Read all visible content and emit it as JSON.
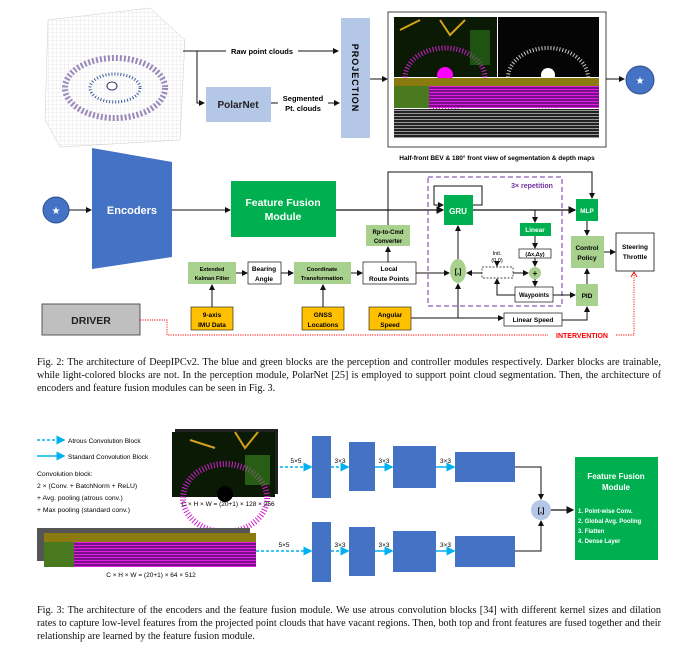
{
  "colors": {
    "trainable_blue": "#4472C4",
    "trainable_green": "#00B050",
    "light_green": "#A9D18E",
    "light_blue": "#B4C7E7",
    "sensor_orange": "#FFC000",
    "driver_gray": "#BFBFBF",
    "repetition_purple": "#7030A0",
    "intervention_red": "#FF0000",
    "conv_arrow_blue": "#00B0F0"
  },
  "fig2": {
    "raw_label": "Raw point clouds",
    "polarnet": "PolarNet",
    "segmented": [
      "Segmented",
      "Pt. clouds"
    ],
    "projection": "PROJECTION",
    "maps_label": "Half-front BEV & 180° front view of segmentation & depth maps",
    "star_icon": "star",
    "encoders": "Encoders",
    "ffm": [
      "Feature Fusion",
      "Module"
    ],
    "rp_to_cmd": [
      "Rp-to-Cmd",
      "Converter"
    ],
    "repetition": "3× repetition",
    "gru": "GRU",
    "linear": "Linear",
    "delta": "(Δx,Δy)",
    "init": [
      "Init.",
      "(0,0)"
    ],
    "concat": "[,]",
    "plus": "+",
    "waypoints": "Waypoints",
    "mlp": "MLP",
    "control_policy": [
      "Control",
      "Policy"
    ],
    "pid": "PID",
    "steering": [
      "Steering",
      "Throttle"
    ],
    "ekf": [
      "Extended",
      "Kalman Filter"
    ],
    "bearing": [
      "Bearing",
      "Angle"
    ],
    "coord": [
      "Coordinate",
      "Transformation"
    ],
    "local_route": [
      "Local",
      "Route Points"
    ],
    "imu": [
      "9-axis",
      "IMU Data"
    ],
    "gnss": [
      "GNSS",
      "Locations"
    ],
    "angular": [
      "Angular",
      "Speed"
    ],
    "linear_speed": "Linear Speed",
    "driver": "DRIVER",
    "intervention": "INTERVENTION",
    "caption": "Fig. 2: The architecture of DeepIPCv2. The blue and green blocks are the perception and controller modules respectively. Darker blocks are trainable, while light-colored blocks are not. In the perception module, PolarNet [25] is employed to support point cloud segmentation. Then, the architecture of encoders and feature fusion modules can be seen in Fig. 3."
  },
  "fig3": {
    "legend_atrous": "Atrous Convolution Block",
    "legend_standard": "Standard Convolution Block",
    "conv_block": [
      "Convolution block:",
      "2 × (Conv. + BatchNorm + ReLU)",
      "+ Avg. pooling (atrous conv.)",
      "+ Max pooling (standard conv.)"
    ],
    "top_dims": "C × H × W = (20+1) × 128 × 256",
    "bottom_dims": "C × H × W = (20+1) × 64 × 512",
    "kernels": [
      "5×5",
      "3×3",
      "3×3",
      "3×3"
    ],
    "concat": "[,]",
    "ffm_title": [
      "Feature Fusion",
      "Module"
    ],
    "ffm_steps": [
      "1. Point-wise Conv.",
      "2. Global Avg. Pooling",
      "3. Flatten",
      "4. Dense Layer"
    ],
    "caption": "Fig. 3: The architecture of the encoders and the feature fusion module. We use atrous convolution blocks [34] with different kernel sizes and dilation rates to capture low-level features from the projected point clouds that have vacant regions. Then, both top and front features are fused together and their relationship are learned by the feature fusion module."
  }
}
